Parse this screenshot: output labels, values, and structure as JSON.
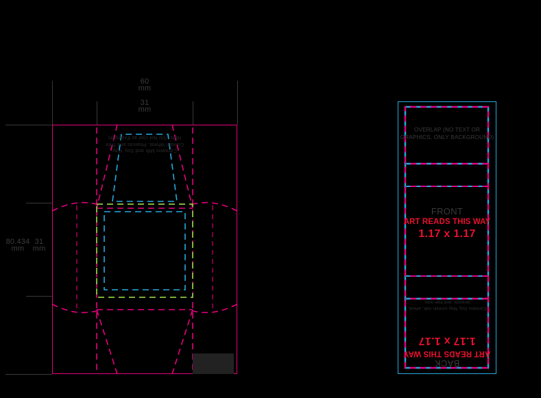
{
  "document": {
    "type": "packaging-dieline-template",
    "background_color": "#000000"
  },
  "colors": {
    "cut_line": "#e6007e",
    "fold_line": "#e6007e",
    "panel_line": "#8cc63f",
    "safety_line": "#27aae1",
    "proof_border": "#27aae1",
    "text_gray": "#3a3a3a",
    "text_red": "#e8112d",
    "gray_block": "#222222"
  },
  "dimensions": {
    "top": [
      {
        "value": "60",
        "unit": "mm"
      },
      {
        "value": "31",
        "unit": "mm"
      }
    ],
    "left": [
      {
        "value": "80.434",
        "unit": "mm"
      },
      {
        "value": "31",
        "unit": "mm"
      }
    ]
  },
  "dieline": {
    "flap_text": "Contains Milk and Soy, May Contain Wheat, Peanuts and Tree Nuts. (Do Not Use as Example)"
  },
  "proof": {
    "overlap": {
      "line1": "OVERLAP (NO TEXT OR",
      "line2": "GRAPHICS, ONLY BACKGROUND)"
    },
    "front": {
      "title": "FRONT",
      "orientation": "ART READS THIS WAY",
      "size": "1.17 x 1.17"
    },
    "back": {
      "title": "BACK",
      "orientation": "ART READS THIS WAY",
      "size": "1.17 x 1.17",
      "allergen_line1": "Contains Soy, May contain milk, wheat,",
      "allergen_line2": "peanuts, and tree nuts."
    }
  }
}
